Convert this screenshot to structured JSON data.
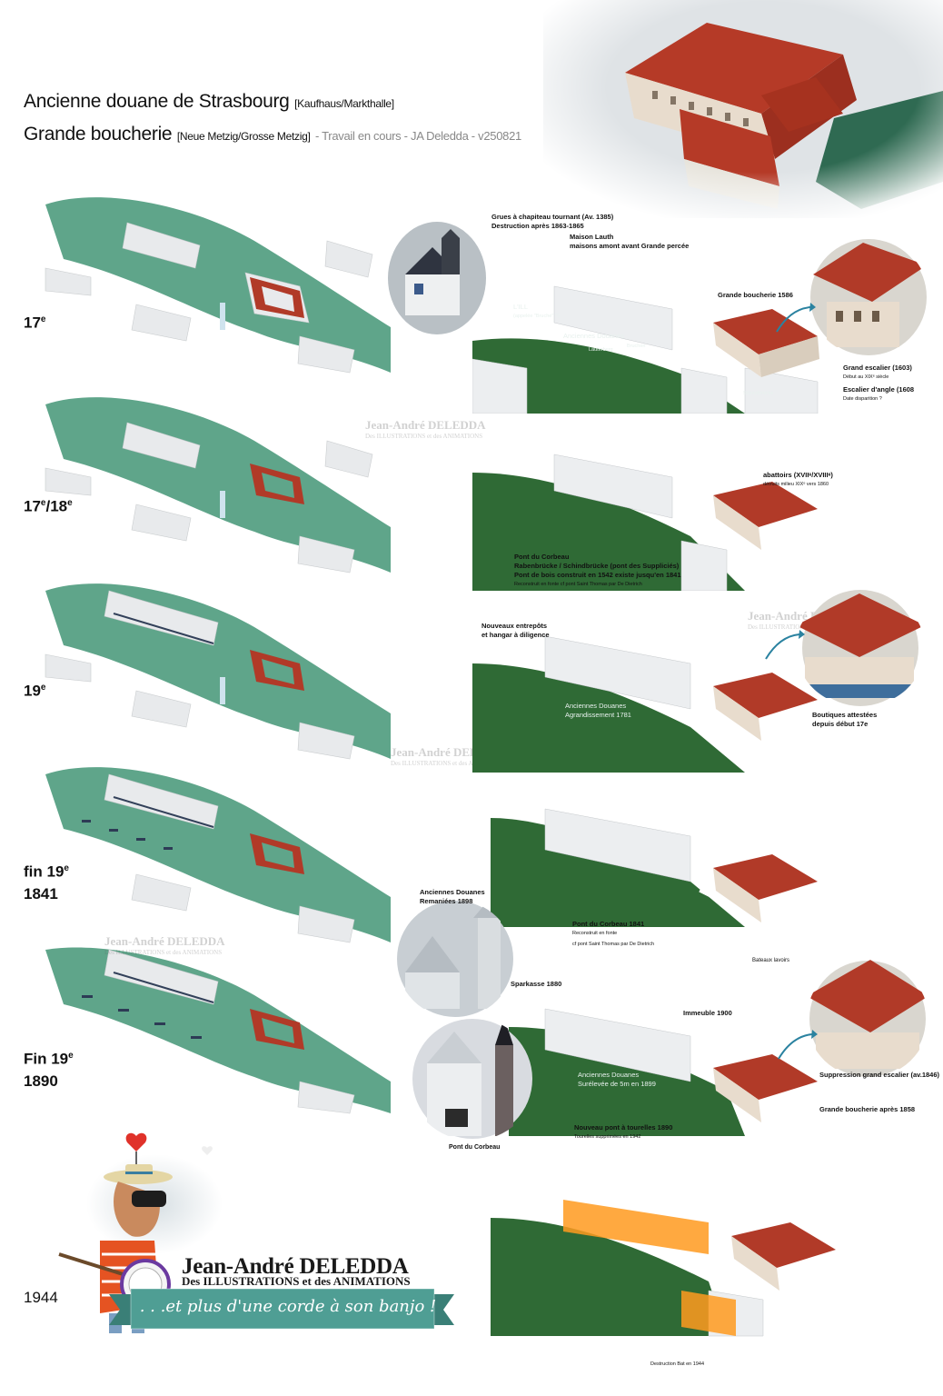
{
  "title": {
    "line1": "Ancienne douane de Strasbourg",
    "line1_sub": "[Kaufhaus/Markthalle]",
    "line2": "Grande boucherie",
    "line2_sub": "[Neue Metzig/Grosse Metzig]",
    "line2_wip": "- Travail en cours - JA Deledda - v250821"
  },
  "periods": [
    {
      "main": "17",
      "sup": "e",
      "line2": ""
    },
    {
      "main": "17",
      "sup": "e",
      "mid": "/18",
      "sup2": "e",
      "line2": ""
    },
    {
      "main": "19",
      "sup": "e",
      "line2": ""
    },
    {
      "main": "fin 19",
      "sup": "e",
      "line2": "1841"
    },
    {
      "main": "Fin 19",
      "sup": "e",
      "line2": "1890"
    },
    {
      "main": "1944",
      "sup": "",
      "line2": ""
    }
  ],
  "annotations": {
    "grues": {
      "t1": "Grues à chapiteau tournant (Av. 1385)",
      "t2": "Destruction après 1863-1865"
    },
    "lauth": {
      "t1": "Maison Lauth",
      "t2": "maisons amont avant Grande percée"
    },
    "ill": {
      "t1": "L'ILL",
      "t2": "(appelée \"Bruche\" ?)"
    },
    "anc_douanes_1": "Anciennes Douanes",
    "lauterberg": "Lauterberg",
    "bruchen": "Bruchen",
    "schindbrucke": "Schindbrücke",
    "gb1586": "Grande boucherie 1586",
    "gescalier": {
      "t1": "Grand escalier (1603)",
      "t2": "Début au XIXᵉ siècle"
    },
    "escangle": {
      "t1": "Escalier d'angle (1608",
      "t2": "Date disparition ?"
    },
    "abattoirs": {
      "t1": "abattoirs (XVIIᵉ/XVIIIᵉ)",
      "t2": "détruits milieu XIXᵉ vers 1860"
    },
    "corbeau1": {
      "t1": "Pont du Corbeau",
      "t2": "Rabenbrücke / Schindbrücke (pont des Suppliciés)",
      "t3": "Pont de bois construit en 1542 existe jusqu'en 1841",
      "t4": "Reconstruit en fonte cf pont Saint Thomas par De Dietrich"
    },
    "entrepots": {
      "t1": "Nouveaux entrepôts",
      "t2": "et hangar à diligence"
    },
    "anc_douanes_2": {
      "t1": "Anciennes Douanes",
      "t2": "Agrandissement 1781"
    },
    "boutiques": {
      "t1": "Boutiques attestées",
      "t2": "depuis début 17e"
    },
    "remaniees": {
      "t1": "Anciennes Douanes",
      "t2": "Remaniées 1898"
    },
    "corbeau1841": {
      "t1": "Pont du Corbeau 1841",
      "t2": "Reconstruit en fonte",
      "t3": "cf pont Saint Thomas par De Dietrich"
    },
    "bateaux": "Bateaux lavoirs",
    "sparkasse": "Sparkasse 1880",
    "immeuble": "Immeuble 1900",
    "anc_douanes_3": {
      "t1": "Anciennes Douanes",
      "t2": "Surélevée de 5m en 1899"
    },
    "suppression": "Suppression grand escalier (av.1846)",
    "gb1858": "Grande boucherie après 1858",
    "nouveau_pont": {
      "t1": "Nouveau pont à tourelles 1890",
      "t2": "Tourelles supprimées en 1942"
    },
    "pont_corbeau": "Pont du Corbeau",
    "destruction": "Destruction Bat en 1944"
  },
  "watermark": {
    "name": "Jean-André DELEDDA",
    "sub": "Des ILLUSTRATIONS et des ANIMATIONS"
  },
  "logo": {
    "name": "Jean-André DELEDDA",
    "sub": "Des ILLUSTRATIONS et des ANIMATIONS",
    "tagline": ". . .et plus d'une corde à son banjo !"
  },
  "colors": {
    "river_map": "#5fa58a",
    "river_3d": "#2f6a35",
    "roof": "#b13a28",
    "buildings": "#e9ecef",
    "ribbon": "#4f9e94",
    "fire": "#ff9a1f"
  }
}
